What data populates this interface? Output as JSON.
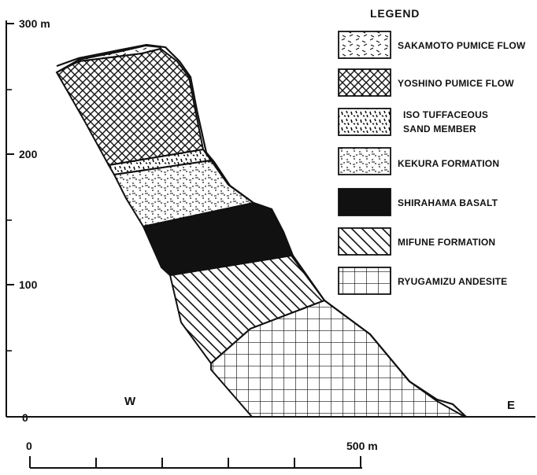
{
  "colors": {
    "ink": "#111111",
    "paper": "#ffffff"
  },
  "vertical_axis": {
    "tick_labels": [
      "300 m",
      "200",
      "100",
      "0"
    ]
  },
  "horizontal_scale": {
    "start_label": "0",
    "end_label": "500 m"
  },
  "directions": {
    "west": "W",
    "east": "E"
  },
  "legend": {
    "title": "LEGEND",
    "items": [
      {
        "label": "SAKAMOTO PUMICE FLOW",
        "pattern": "dashes"
      },
      {
        "label": "YOSHINO PUMICE FLOW",
        "pattern": "crosshatch"
      },
      {
        "label_lines": [
          "ISO TUFFACEOUS",
          "SAND MEMBER"
        ],
        "pattern": "tuff-dots"
      },
      {
        "label": "KEKURA FORMATION",
        "pattern": "dots-and-dashes"
      },
      {
        "label": "SHIRAHAMA BASALT",
        "pattern": "solid-black"
      },
      {
        "label": "MIFUNE FORMATION",
        "pattern": "diagonal-hatch"
      },
      {
        "label": "RYUGAMIZU ANDESITE",
        "pattern": "grid"
      }
    ]
  }
}
